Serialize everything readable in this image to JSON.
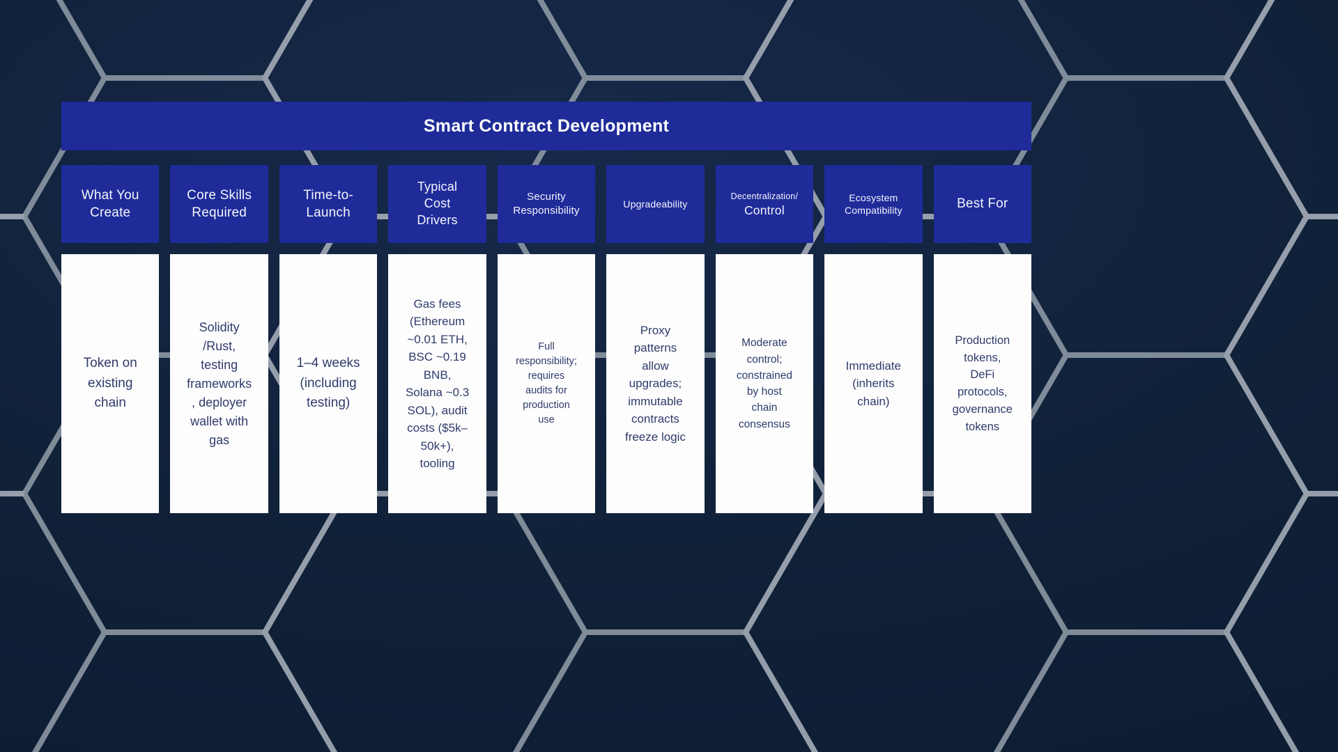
{
  "title": "Smart Contract Development",
  "colors": {
    "panel_blue": "#1e2b99",
    "cell_white": "#fdfdfe",
    "body_text": "#2f3b6a",
    "header_text": "#f4f6fb",
    "background_top": "#16294a",
    "background_bottom": "#0c1a31",
    "hexagon_line": "#99a2ad"
  },
  "columns": [
    {
      "header": "What You\nCreate",
      "body": "Token on\nexisting\nchain"
    },
    {
      "header": "Core Skills\nRequired",
      "body": "Solidity\n/Rust,\ntesting\nframeworks\n, deployer\nwallet with\ngas"
    },
    {
      "header": "Time-to-\nLaunch",
      "body": "1–4 weeks\n(including\ntesting)"
    },
    {
      "header": "Typical\nCost\nDrivers",
      "body": "Gas fees\n(Ethereum\n~0.01 ETH,\nBSC ~0.19\nBNB,\nSolana ~0.3\nSOL), audit\ncosts ($5k–\n50k+),\ntooling"
    },
    {
      "header": "Security\nResponsibility",
      "body": "Full\nresponsibility;\nrequires\naudits for\nproduction\nuse"
    },
    {
      "header": "Upgradeability",
      "body": "Proxy\npatterns\nallow\nupgrades;\nimmutable\ncontracts\nfreeze logic"
    },
    {
      "header": "Decentralization/",
      "header2": "Control",
      "body": "Moderate\ncontrol;\nconstrained\nby host\nchain\nconsensus"
    },
    {
      "header": "Ecosystem\nCompatibility",
      "body": "Immediate\n(inherits\nchain)"
    },
    {
      "header": "Best For",
      "body": "Production\ntokens,\nDeFi\nprotocols,\ngovernance\ntokens"
    }
  ]
}
